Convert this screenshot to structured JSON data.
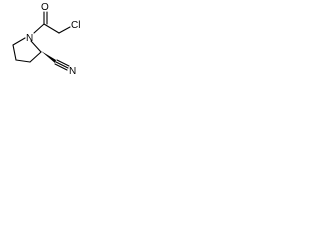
{
  "structure": {
    "atoms": {
      "ring_nitrogen": "N",
      "chloro": "Cl",
      "carbonyl_oxygen": "O",
      "nitrile_nitrogen": "N"
    },
    "colors": {
      "bond": "#000000",
      "label": "#000000",
      "background": "#ffffff"
    }
  }
}
